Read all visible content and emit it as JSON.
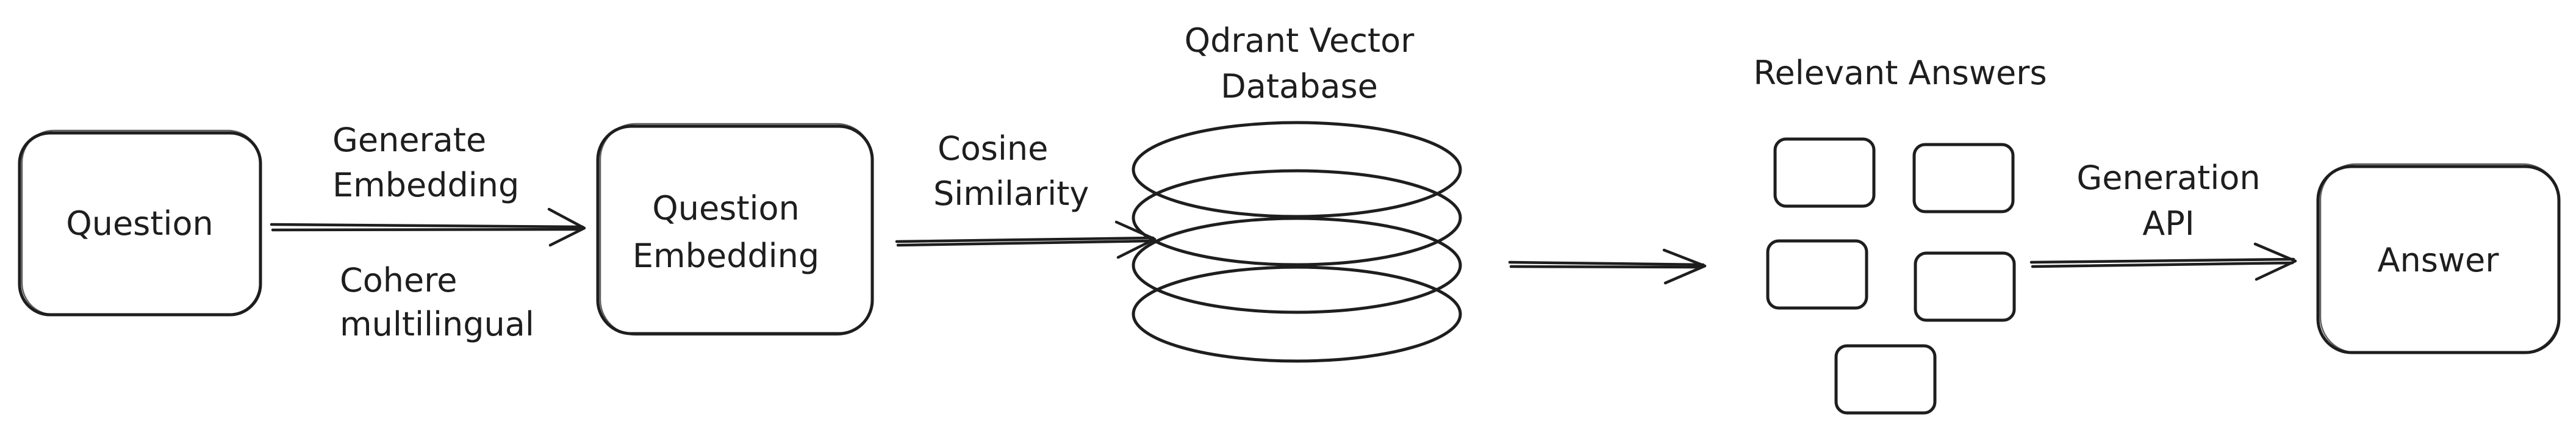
{
  "nodes": {
    "question": "Question",
    "question_embedding_line1": "Question",
    "question_embedding_line2": "Embedding",
    "database_title_line1": "Qdrant Vector",
    "database_title_line2": "Database",
    "relevant_answers_title": "Relevant Answers",
    "answer": "Answer"
  },
  "edges": {
    "generate_embedding_line1": "Generate",
    "generate_embedding_line2": "Embedding",
    "cohere_line1": "Cohere",
    "cohere_line2": "multilingual",
    "cosine_line1": "Cosine",
    "cosine_line2": "Similarity",
    "generation_api_line1": "Generation",
    "generation_api_line2": "API"
  },
  "colors": {
    "gray_fill": "#868e96",
    "yellow_fill": "#fab005",
    "red_fill": "#fa5252",
    "stroke": "#1e1e1e"
  }
}
